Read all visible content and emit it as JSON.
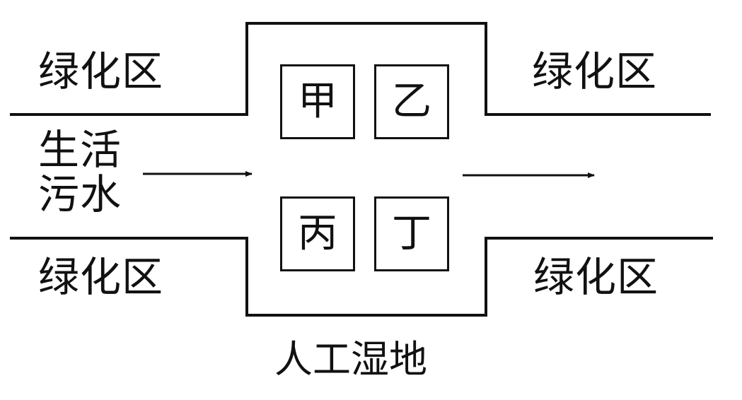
{
  "zones": {
    "top_left": "绿化区",
    "top_right": "绿化区",
    "bottom_left": "绿化区",
    "bottom_right": "绿化区"
  },
  "inflow": {
    "line1": "生活",
    "line2": "污水"
  },
  "wetland": {
    "name": "人工湿地",
    "cells": [
      "甲",
      "乙",
      "丙",
      "丁"
    ]
  }
}
